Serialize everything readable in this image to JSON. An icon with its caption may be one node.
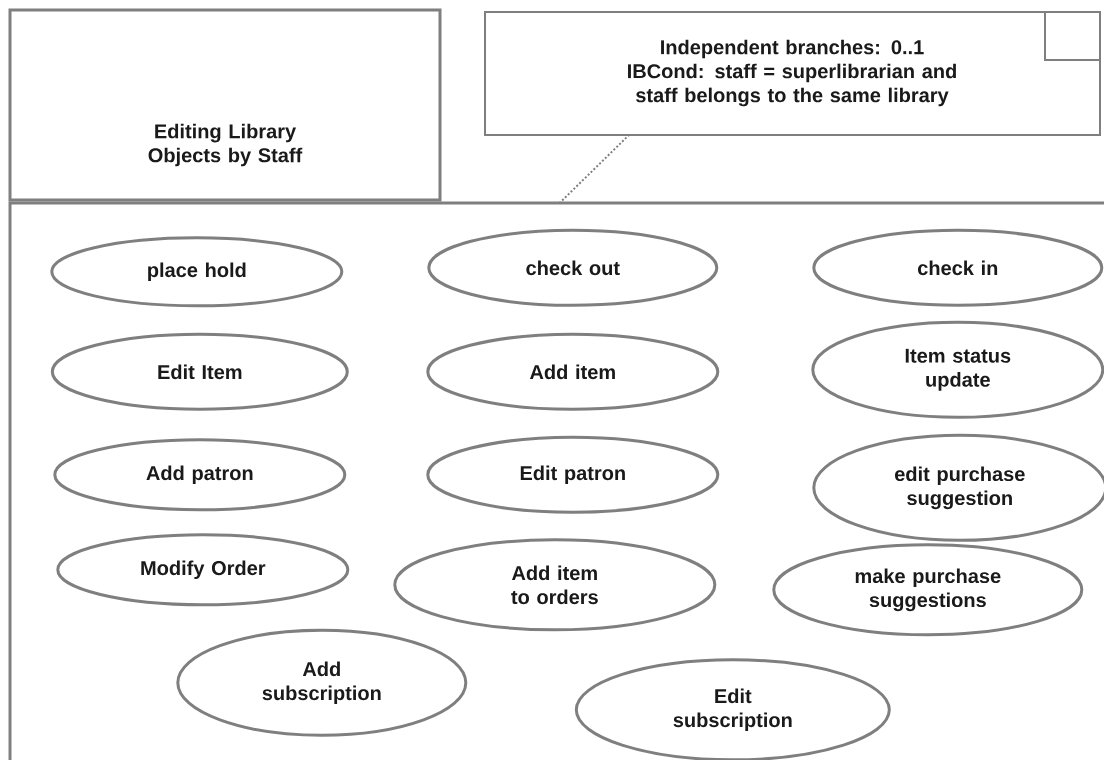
{
  "diagram": {
    "nodes": [
      {
        "text": [
          "Editing Library Objects by Staff"
        ]
      },
      {
        "text": [
          "Independent branches: 0..1",
          "IBCond: staff = superlibrarian and staff belongs to the same library"
        ]
      },
      {
        "text": [],
        "shape": "box"
      },
      {
        "text": [
          "place hold"
        ],
        "in": 2
      },
      {
        "text": [
          "check out"
        ],
        "in": 2
      },
      {
        "text": [
          "check in"
        ],
        "in": 2
      },
      {
        "text": [
          "Edit Item"
        ],
        "in": 2
      },
      {
        "text": [
          "Add item"
        ],
        "in": 2
      },
      {
        "text": [
          "Item status update"
        ],
        "in": 2
      },
      {
        "text": [
          "Add patron"
        ],
        "in": 2
      },
      {
        "text": [
          "Edit patron"
        ],
        "in": 2
      },
      {
        "text": [
          "edit purchase suggestion"
        ],
        "in": 2
      },
      {
        "text": [
          "Modify Order"
        ],
        "in": 2
      },
      {
        "text": [
          "Add item to orders"
        ],
        "in": 2
      },
      {
        "text": [
          "make purchase suggestions"
        ],
        "in": 2
      },
      {
        "text": [
          "Add subscription"
        ],
        "in": 2
      },
      {
        "text": [
          "Edit subscription"
        ],
        "in": 2
      }
    ],
    "edges": [
      {
        "from": 1,
        "to": 2,
        "arrow": "none",
        "style": "dashed"
      }
    ]
  }
}
